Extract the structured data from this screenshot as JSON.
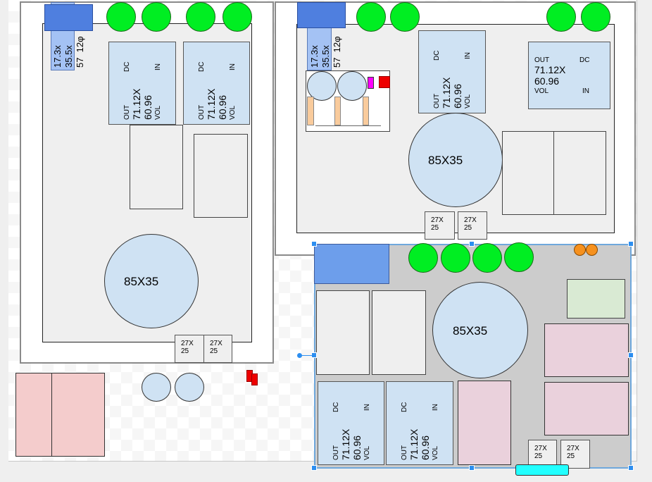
{
  "module": {
    "out": "OUT",
    "dc": "DC",
    "dim1": "71.12X",
    "dim2": "60.96",
    "vol": "VOL",
    "in": "IN"
  },
  "transformer_label": "85X35",
  "small_box": {
    "line1": "27X",
    "line2": "25"
  },
  "connector_strip": {
    "line1": "17.3x",
    "line2": "35.5x",
    "line3": "57  12φ"
  },
  "colors": {
    "green": "#00ee22",
    "module": "#cfe2f3",
    "connector": "#4f7fdf",
    "selection": "#2c8ef0",
    "board_selected": "#cccccc"
  }
}
